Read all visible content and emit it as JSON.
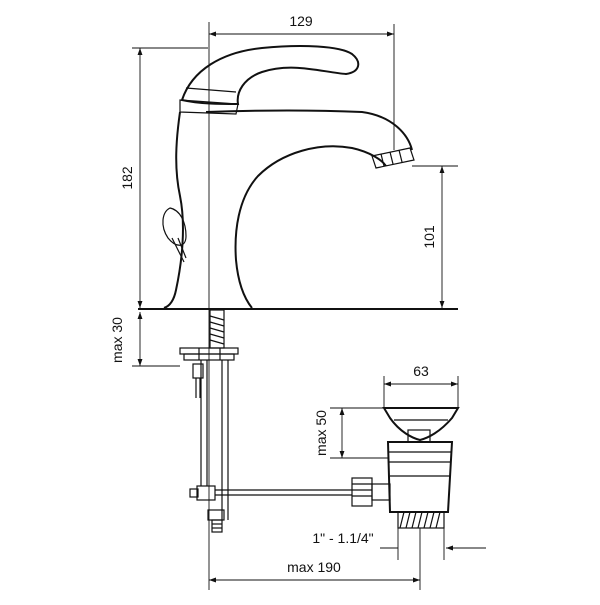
{
  "dimensions": {
    "width_129": "129",
    "height_182": "182",
    "spout_height_101": "101",
    "max_30": "max 30",
    "waste_width_63": "63",
    "max_50": "max 50",
    "thread": "1\" - 1.1/4\"",
    "max_190": "max 190"
  },
  "colors": {
    "line": "#111111",
    "background": "#ffffff"
  }
}
